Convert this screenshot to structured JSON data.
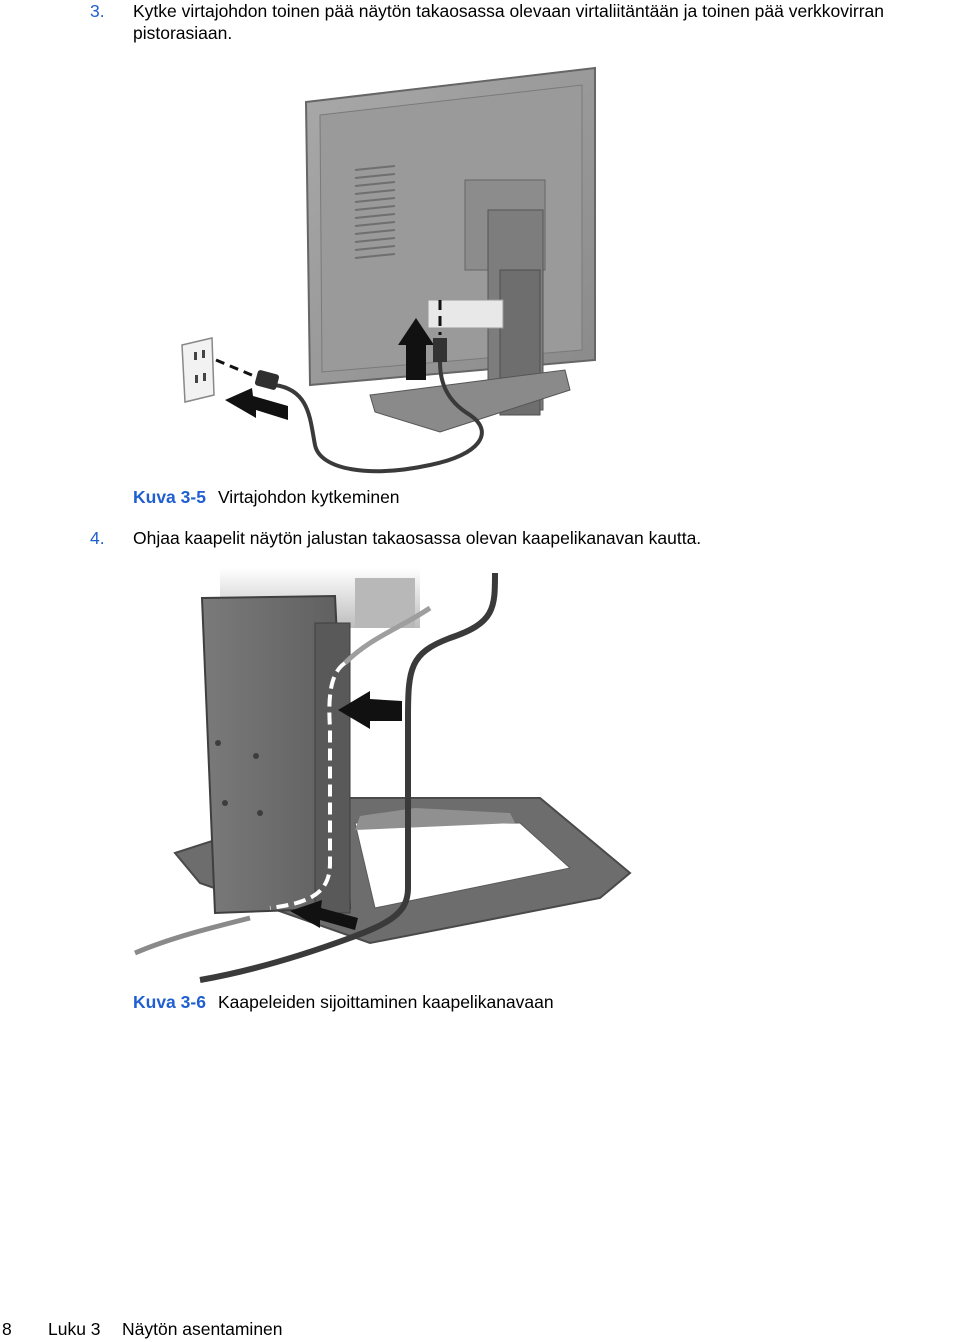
{
  "step3": {
    "number": "3.",
    "text": "Kytke virtajohdon toinen pää näytön takaosassa olevaan virtaliitäntään ja toinen pää verkkovirran pistorasiaan."
  },
  "figure1": {
    "label": "Kuva 3-5",
    "caption": "Virtajohdon kytkeminen"
  },
  "step4": {
    "number": "4.",
    "text": "Ohjaa kaapelit näytön jalustan takaosassa olevan kaapelikanavan kautta."
  },
  "figure2": {
    "label": "Kuva 3-6",
    "caption": "Kaapeleiden sijoittaminen kaapelikanavaan"
  },
  "footer": {
    "page_number": "8",
    "chapter": "Luku 3",
    "chapter_title": "Näytön asentaminen"
  },
  "colors": {
    "accent": "#1f5fd1"
  }
}
